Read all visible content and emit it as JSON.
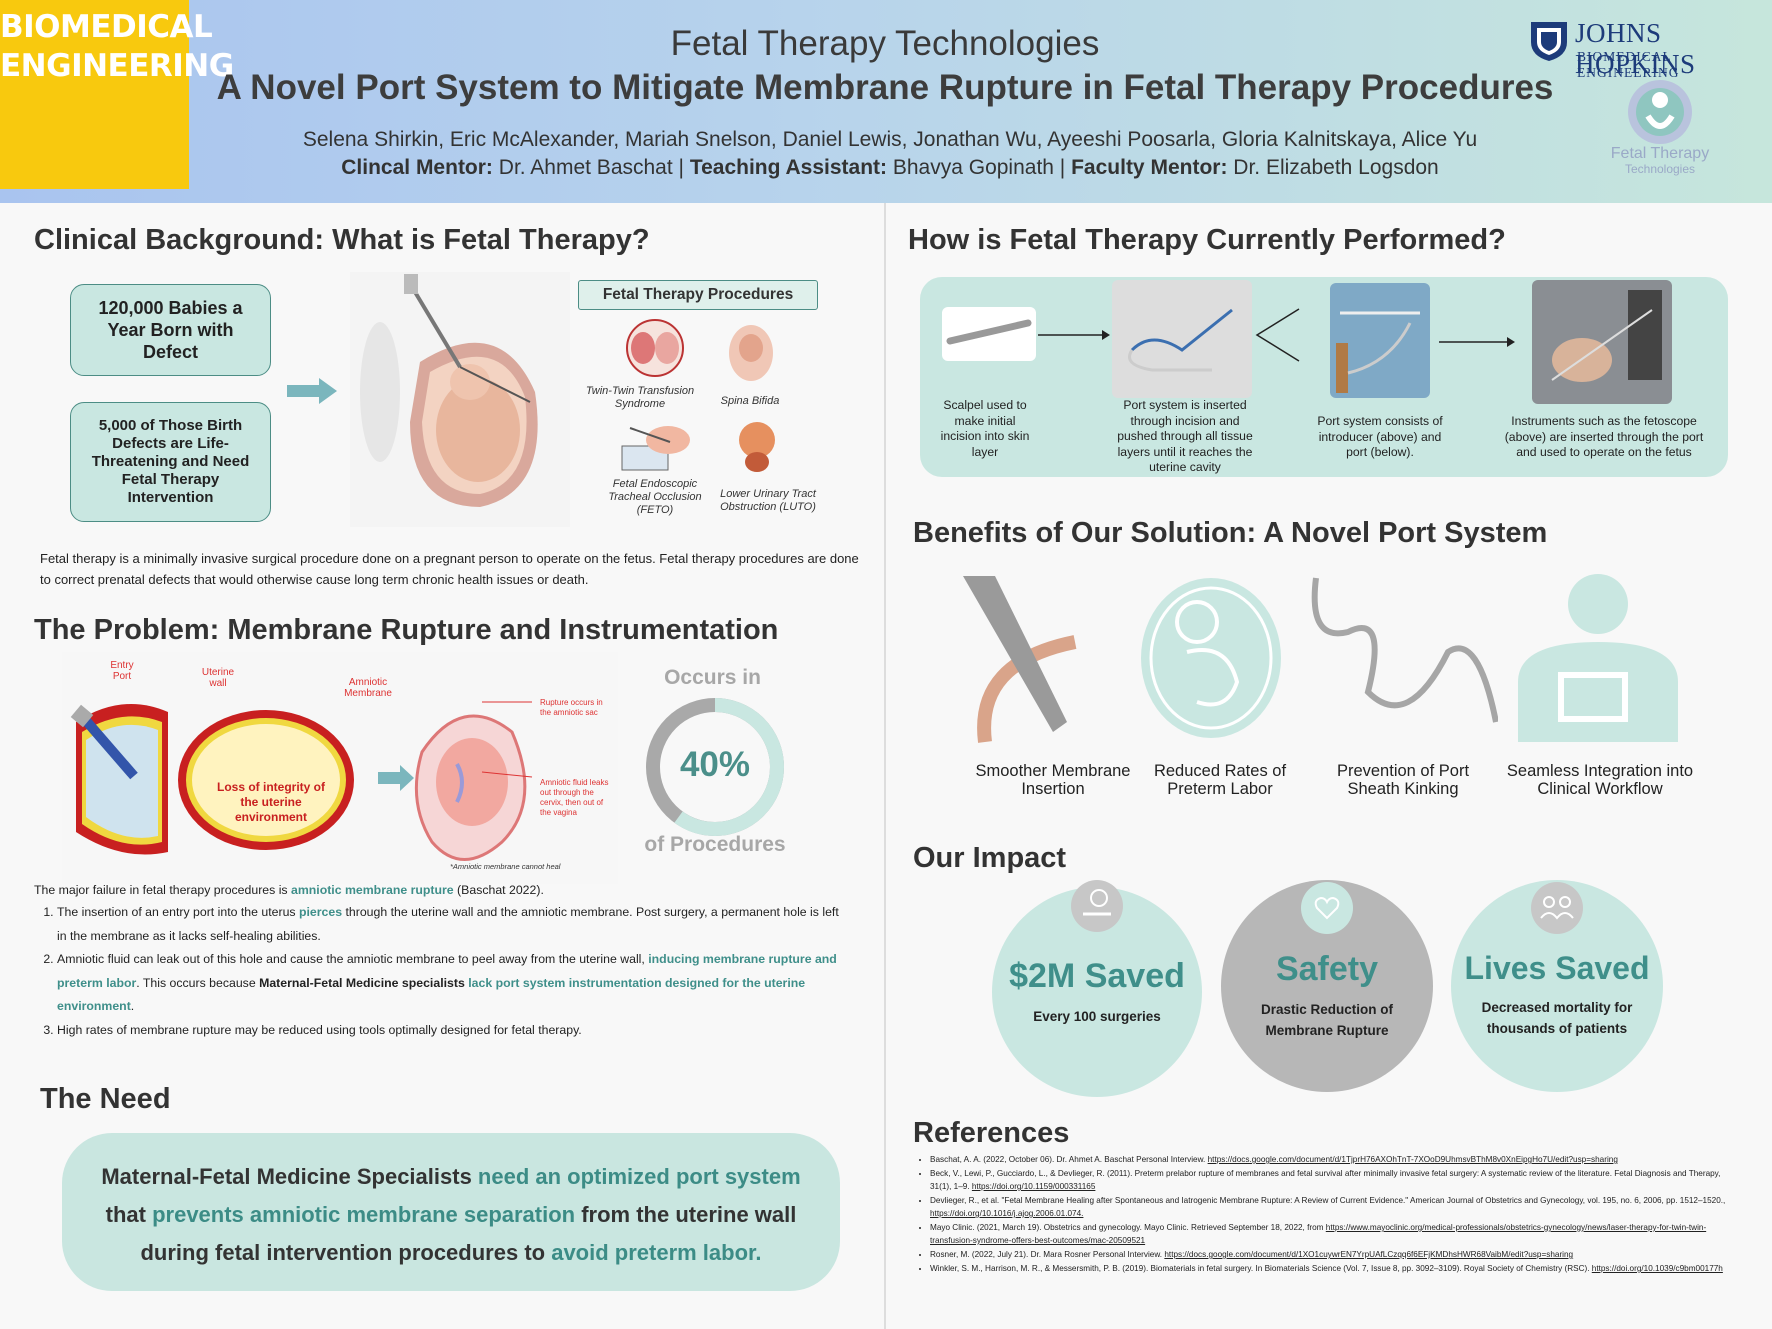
{
  "header": {
    "badge_line1": "BIOMEDICAL",
    "badge_line2": "ENGINEERING",
    "title": "Fetal Therapy Technologies",
    "subtitle": "A Novel Port System to Mitigate Membrane Rupture in Fetal Therapy Procedures",
    "authors": "Selena Shirkin, Eric McAlexander, Mariah Snelson, Daniel Lewis, Jonathan Wu, Ayeeshi Poosarla, Gloria Kalnitskaya, Alice Yu",
    "clinical_label": "Clincal Mentor:",
    "clinical_name": " Dr. Ahmet Baschat | ",
    "ta_label": "Teaching Assistant:",
    "ta_name": " Bhavya Gopinath | ",
    "faculty_label": "Faculty Mentor:",
    "faculty_name": " Dr. Elizabeth Logsdon",
    "jhu_name": "JOHNS HOPKINS",
    "jhu_sub": "BIOMEDICAL ENGINEERING",
    "ft_logo_line1": "Fetal Therapy",
    "ft_logo_line2": "Technologies"
  },
  "background": {
    "heading": "Clinical Background: What is Fetal Therapy?",
    "card1": "120,000 Babies a Year Born with Defect",
    "card2": "5,000 of Those Birth Defects are Life-Threatening and Need Fetal Therapy Intervention",
    "procedures_title": "Fetal Therapy Procedures",
    "proc1": "Twin-Twin Transfusion Syndrome",
    "proc2": "Spina Bifida",
    "proc3": "Fetal Endoscopic Tracheal Occlusion (FETO)",
    "proc4": "Lower Urinary Tract Obstruction (LUTO)",
    "paragraph": "Fetal therapy is a minimally invasive surgical procedure done on a pregnant person to operate on the fetus. Fetal therapy procedures are done to correct prenatal defects that would otherwise cause long term chronic health issues or death."
  },
  "problem": {
    "heading": "The Problem: Membrane Rupture and Instrumentation",
    "lbl_entry": "Entry Port",
    "lbl_uterine": "Uterine wall",
    "lbl_amniotic": "Amniotic Membrane",
    "lbl_loss": "Loss of integrity of the uterine environment",
    "lbl_rupture": "Rupture occurs in the amniotic sac",
    "lbl_leak": "Amniotic fluid leaks out through the cervix, then out of the vagina",
    "lbl_heal": "*Amniotic membrane cannot heal",
    "occurs": "Occurs in",
    "percent_text": "40%",
    "percent_value": 40,
    "of_procedures": "of Procedures",
    "intro_a": "The major failure in fetal therapy procedures is ",
    "intro_hl": "amniotic membrane rupture",
    "intro_b": " (Baschat 2022).",
    "item1_a": "The insertion of an entry port into the uterus ",
    "item1_hl": "pierces",
    "item1_b": " through the uterine wall and the amniotic membrane. Post surgery, a permanent hole is left in the membrane as it lacks self-healing abilities.",
    "item2_a": "Amniotic fluid can leak out of this hole and cause the amniotic membrane to peel away from the uterine wall, ",
    "item2_hl1": "inducing membrane rupture and preterm labor",
    "item2_b": ". This occurs because ",
    "item2_bold": "Maternal-Fetal Medicine specialists",
    "item2_c": " ",
    "item2_hl2": "lack port system instrumentation designed for the uterine environment",
    "item2_d": ".",
    "item3": "High rates of membrane rupture may be reduced using tools optimally designed for fetal therapy."
  },
  "need": {
    "heading": "The Need",
    "a": "Maternal-Fetal Medicine Specialists ",
    "b": "need an optimized port system",
    "c": "that ",
    "d": "prevents amniotic membrane separation",
    "e": " from the uterine wall",
    "f": "during fetal intervention procedures to ",
    "g": "avoid preterm labor."
  },
  "current": {
    "heading": "How is Fetal Therapy Currently Performed?",
    "step1": "Scalpel used to make initial incision into skin layer",
    "step2": "Port system is inserted through incision and pushed through all tissue layers until it reaches the uterine cavity",
    "step3": "Port system consists of introducer (above) and port (below).",
    "step4": "Instruments such as the fetoscope (above) are inserted through the port and used to operate on the fetus"
  },
  "benefits": {
    "heading": "Benefits of Our Solution: A Novel Port System",
    "b1": "Smoother Membrane Insertion",
    "b2": "Reduced Rates of Preterm Labor",
    "b3": "Prevention of Port Sheath Kinking",
    "b4": "Seamless Integration into Clinical Workflow"
  },
  "impact": {
    "heading": "Our Impact",
    "c1_big": "$2M Saved",
    "c1_small": "Every 100 surgeries",
    "c2_big": "Safety",
    "c2_small": "Drastic Reduction of Membrane Rupture",
    "c3_big": "Lives Saved",
    "c3_small": "Decreased mortality for thousands of patients"
  },
  "references": {
    "heading": "References",
    "r1_text": "Baschat, A. A. (2022, October 06). Dr. Ahmet A. Baschat Personal Interview. ",
    "r1_link": "https://docs.google.com/document/d/1TjprH76AXOhTnT-7XOoD9UhmsvBThM8v0XnEipgHo7U/edit?usp=sharing",
    "r2_text": "Beck, V., Lewi, P., Gucciardo, L., & Devlieger, R. (2011). Preterm prelabor rupture of membranes and fetal survival after minimally invasive fetal surgery: A systematic review of the literature. Fetal Diagnosis and Therapy, 31(1), 1–9. ",
    "r2_link": "https://doi.org/10.1159/000331165",
    "r3_text": "Devlieger, R., et al. \"Fetal Membrane Healing after Spontaneous and Iatrogenic Membrane Rupture: A Review of Current Evidence.\" American Journal of Obstetrics and Gynecology, vol. 195, no. 6, 2006, pp. 1512–1520., ",
    "r3_link": "https://doi.org/10.1016/j.ajog.2006.01.074.",
    "r4_text": "Mayo Clinic. (2021, March 19). Obstetrics and gynecology. Mayo Clinic. Retrieved September 18, 2022, from ",
    "r4_link": "https://www.mayoclinic.org/medical-professionals/obstetrics-gynecology/news/laser-therapy-for-twin-twin-transfusion-syndrome-offers-best-outcomes/mac-20509521",
    "r5_text": "Rosner, M. (2022, July 21). Dr. Mara Rosner Personal Interview. ",
    "r5_link": "https://docs.google.com/document/d/1XO1cuywrEN7YrpUAfLCzqq6f6EFjKMDhsHWR68VaibM/edit?usp=sharing",
    "r6_text": "Winkler, S. M., Harrison, M. R., & Messersmith, P. B. (2019). Biomaterials in fetal surgery. In Biomaterials Science (Vol. 7, Issue 8, pp. 3092–3109). Royal Society of Chemistry (RSC). ",
    "r6_link": "https://doi.org/10.1039/c9bm00177h"
  },
  "colors": {
    "teal": "#3f8f8a",
    "mint": "#c9e7e1",
    "yellow": "#f8c90e",
    "gray": "#b0b0b0"
  }
}
